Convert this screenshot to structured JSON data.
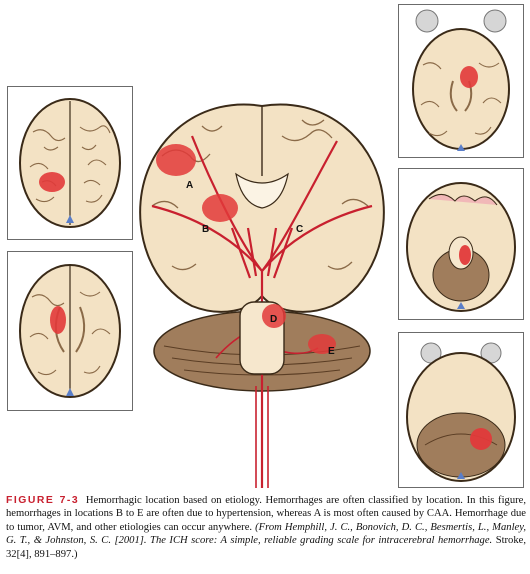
{
  "figure": {
    "labels": {
      "a": "A",
      "b": "B",
      "c": "C",
      "d": "D",
      "e": "E"
    }
  },
  "caption": {
    "figure_label": "FIGURE 7-3",
    "text": "Hemorrhagic location based on etiology. Hemorrhages are often classified by location. In this figure, hemorrhages in locations B to E are often due to hypertension, whereas A is most often caused by CAA. Hemorrhage due to tumor, AVM, and other etiologies can occur anywhere.",
    "citation_open": "(From Hemphill, J. C., Bonovich, D. C., Besmertis, L., Manley, G. T., & Johnston, S. C. [2001]. The ICH score: A simple, reliable grading scale for intracerebral hemorrhage.",
    "citation_journal": "Stroke, 32[4], 891–897.)"
  },
  "colors": {
    "brain_tissue": "#f3e2c4",
    "brain_outline": "#3a2a18",
    "vessel": "#c8202f",
    "hemorrhage": "#e23a3a",
    "cerebellum": "#a07d5c",
    "figure_label": "#c8202f"
  }
}
